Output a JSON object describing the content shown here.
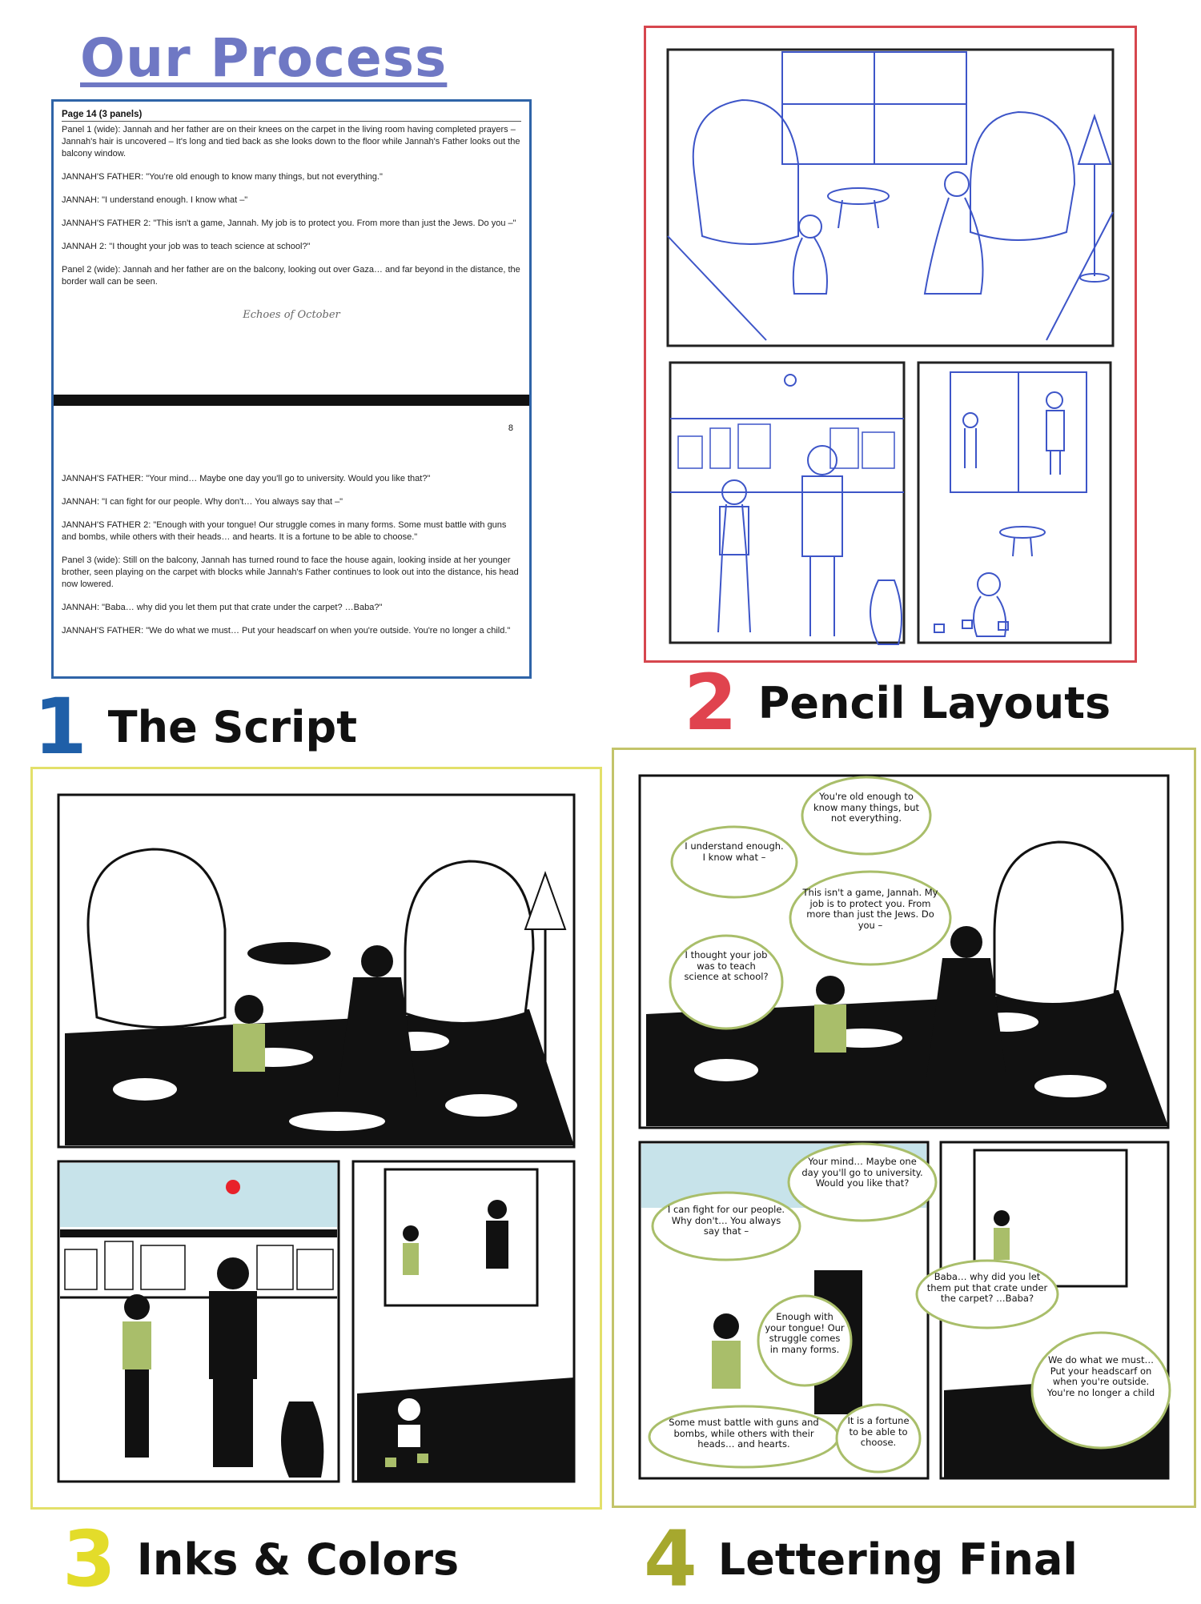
{
  "title": "Our Process",
  "script": {
    "page_heading": "Page 14 (3 panels)",
    "page1_paragraphs": [
      "Panel 1 (wide): Jannah and her father are on their knees on the carpet in the living room having completed prayers – Jannah's hair is uncovered – It's long and tied back as she looks down to the floor while Jannah's Father looks out the balcony window.",
      "JANNAH'S FATHER: \"You're old enough to know many things, but not everything.\"",
      "JANNAH: \"I understand enough. I know what –\"",
      "JANNAH'S FATHER 2: \"This isn't a game, Jannah. My job is to protect you. From more than just the Jews. Do you –\"",
      "JANNAH 2: \"I thought your job was to teach science at school?\"",
      "Panel 2 (wide): Jannah and her father are on the balcony, looking out over Gaza… and far beyond in the distance, the border wall can be seen."
    ],
    "signature": "Echoes of October",
    "page_number": "8",
    "page2_paragraphs": [
      "JANNAH'S FATHER: \"Your mind… Maybe one day you'll go to university. Would you like that?\"",
      "JANNAH: \"I can fight for our people. Why don't… You always say that –\"",
      "JANNAH'S FATHER 2: \"Enough with your tongue! Our struggle comes in many forms. Some must battle with guns and bombs, while others with their heads… and hearts. It is a fortune to be able to choose.\"",
      "Panel 3 (wide): Still on the balcony, Jannah has turned round to face the house again, looking inside at her younger brother, seen playing on the carpet with blocks while Jannah's Father continues to look out into the distance, his head now lowered.",
      "JANNAH: \"Baba… why did you let them put that crate under the carpet? …Baba?\"",
      "JANNAH'S FATHER: \"We do what we must… Put your headscarf on when you're outside. You're no longer a child.\""
    ]
  },
  "steps": [
    {
      "number": "1",
      "label": "The Script",
      "color": "#1f5fa8"
    },
    {
      "number": "2",
      "label": "Pencil Layouts",
      "color": "#e0434e"
    },
    {
      "number": "3",
      "label": "Inks & Colors",
      "color": "#e3dc2a"
    },
    {
      "number": "4",
      "label": "Lettering Final",
      "color": "#a6a82e"
    }
  ],
  "colors": {
    "pencil": "#3d55c8",
    "green": "#a9be6a",
    "sky": "#c7e3ea",
    "sun": "#e8222a",
    "frame_red": "#d6464e",
    "frame_yellow": "#e3e06a",
    "frame_olive": "#c3c46a"
  },
  "balloons": {
    "p1": [
      "You're old enough to know many things, but not everything.",
      "I understand enough. I know what –",
      "This isn't a game, Jannah. My job is to protect you. From more than just the Jews. Do you –",
      "I thought your job was to teach science at school?"
    ],
    "p2": [
      "Your mind… Maybe one day you'll go to university. Would you like that?",
      "I can fight for our people. Why don't… You always say that –",
      "Enough with your tongue! Our struggle comes in many forms.",
      "Some must battle with guns and bombs, while others with their heads… and hearts.",
      "It is a fortune to be able to choose."
    ],
    "p3": [
      "Baba… why did you let them put that crate under the carpet? …Baba?",
      "We do what we must… Put your headscarf on when you're outside. You're no longer a child"
    ]
  }
}
